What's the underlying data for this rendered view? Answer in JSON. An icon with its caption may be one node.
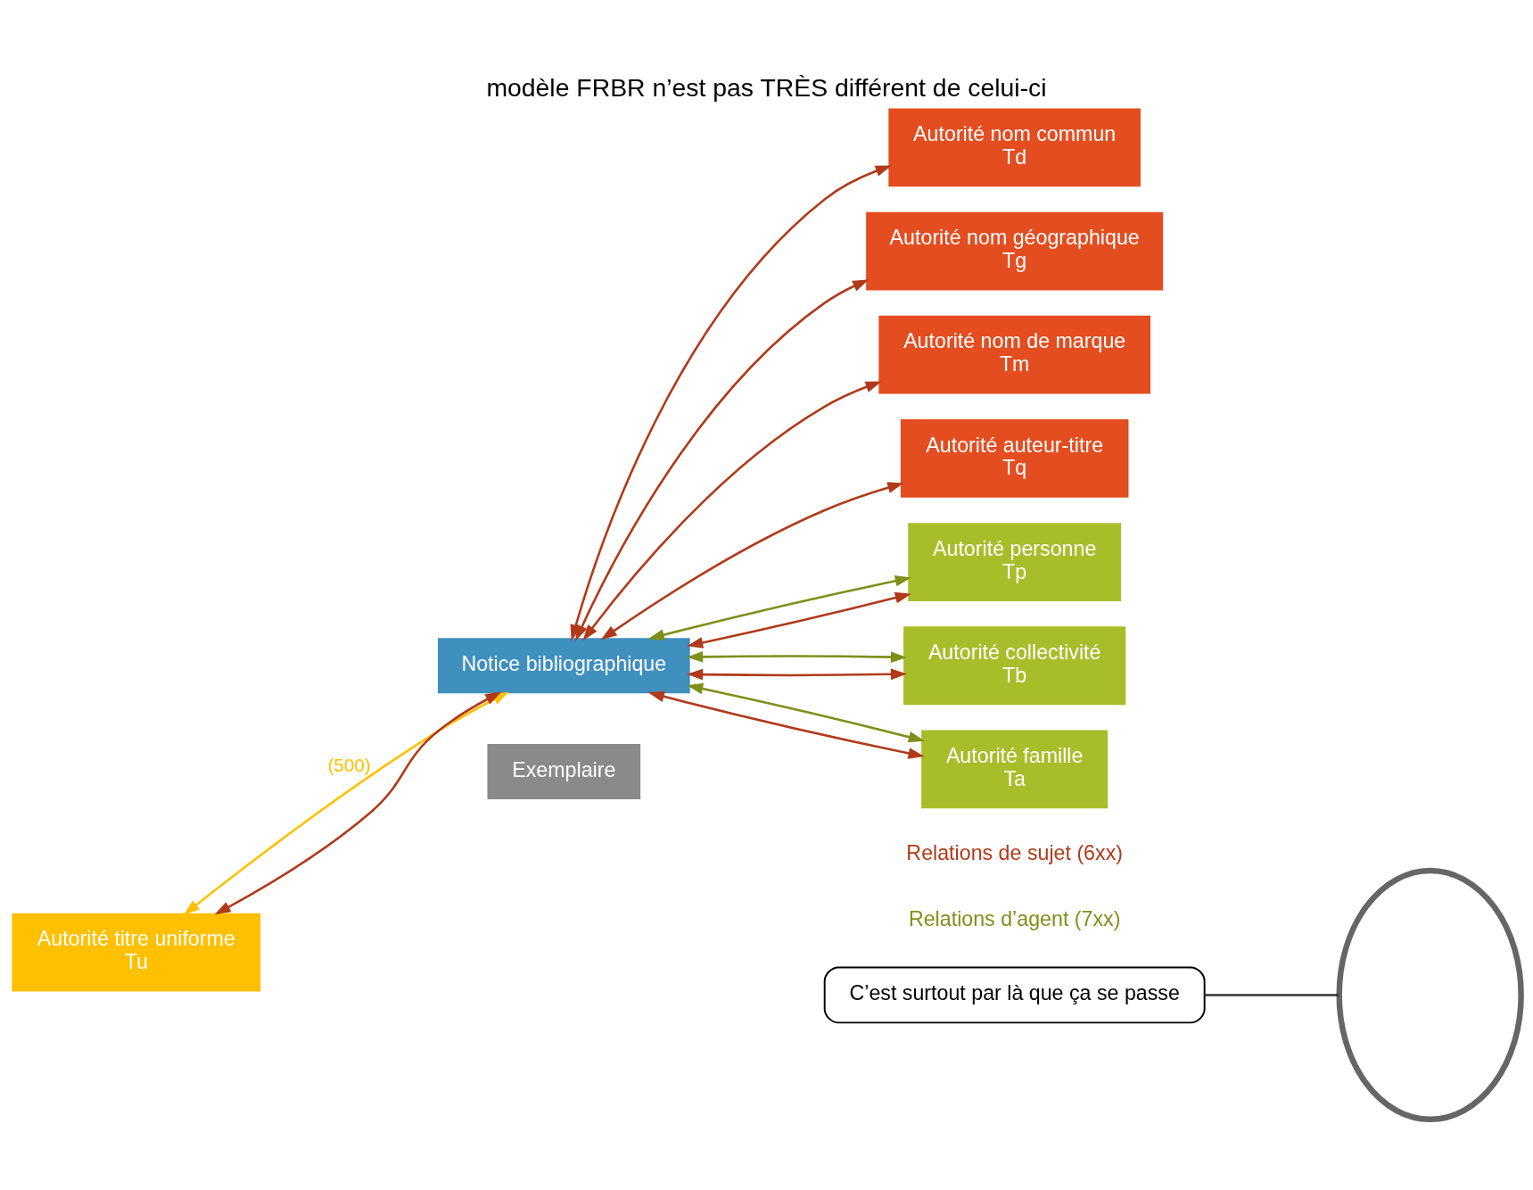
{
  "diagram": {
    "title": "modèle FRBR n’est pas TRÈS différent de celui-ci",
    "nodes": [
      {
        "text": [
          "Autorité titre uniforme",
          "Tu"
        ]
      },
      {
        "text": [
          "Notice bibliographique"
        ]
      },
      {
        "text": [
          "Exemplaire"
        ]
      },
      {
        "text": [],
        "shape": "ellipse"
      },
      {
        "text": [
          "C’est surtout par là que ça se passe"
        ]
      },
      {
        "text": [
          "Autorité nom commun",
          "Td"
        ]
      },
      {
        "text": [
          "Autorité nom géographique",
          "Tg"
        ]
      },
      {
        "text": [
          "Autorité nom de marque",
          "Tm"
        ]
      },
      {
        "text": [
          "Autorité auteur-titre",
          "Tq"
        ]
      },
      {
        "text": [
          "Autorité personne",
          "Tp"
        ]
      },
      {
        "text": [
          "Autorité collectivité",
          "Tb"
        ]
      },
      {
        "text": [
          "Autorité famille",
          "Ta"
        ]
      }
    ],
    "edges": [
      {
        "from": 0,
        "to": 1,
        "arrow": "both",
        "label": "(500)",
        "color": "#ffc000"
      },
      {
        "from": 1,
        "to": 0,
        "arrow": "both"
      },
      {
        "from": 1,
        "to": 5,
        "arrow": "both"
      },
      {
        "from": 1,
        "to": 6,
        "arrow": "both"
      },
      {
        "from": 1,
        "to": 7,
        "arrow": "both"
      },
      {
        "from": 1,
        "to": 8,
        "arrow": "both"
      },
      {
        "from": 1,
        "to": 9,
        "arrow": "both"
      },
      {
        "from": 1,
        "to": 10,
        "arrow": "both"
      },
      {
        "from": 1,
        "to": 11,
        "arrow": "both"
      },
      {
        "from": 9,
        "to": 1,
        "arrow": "both",
        "color": "#7f8f1a"
      },
      {
        "from": 10,
        "to": 1,
        "arrow": "both",
        "color": "#7f8f1a"
      },
      {
        "from": 11,
        "to": 1,
        "arrow": "both",
        "color": "#7f8f1a"
      },
      {
        "from": 4,
        "to": 3,
        "arrow": "none",
        "color": "#333333"
      }
    ],
    "labels": [
      "Relations de sujet (6xx)",
      "Relations d’agent (7xx)"
    ]
  }
}
